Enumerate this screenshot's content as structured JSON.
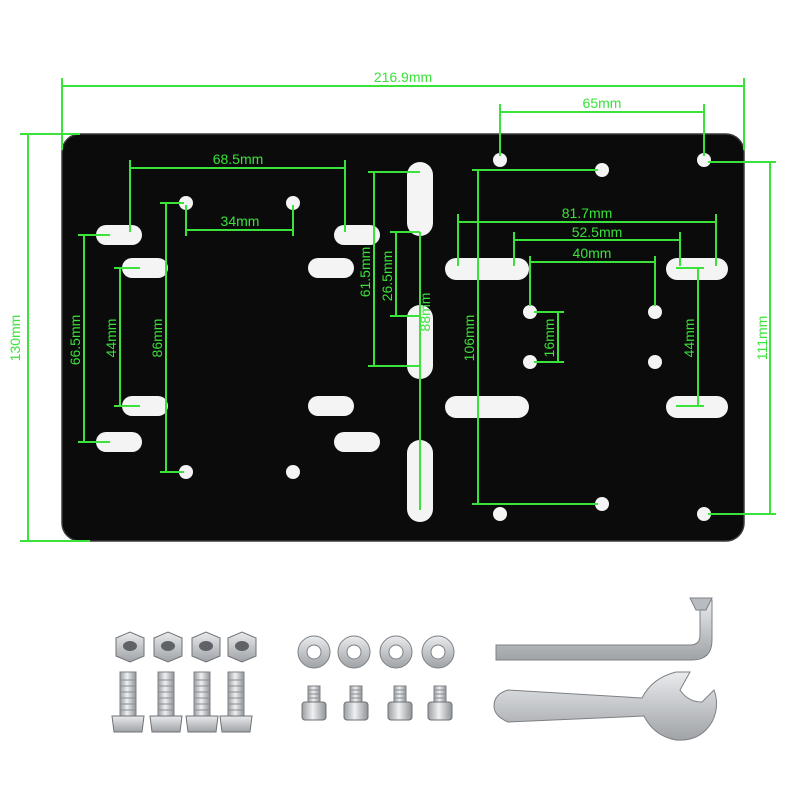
{
  "colors": {
    "dimension": "#3ae23a",
    "plate": "#0b0b0b",
    "plate_edge": "#2a2a2a",
    "hole": "#f4f4f4",
    "hardware_steel": "#c9ccd0",
    "hardware_dark": "#8a8d91",
    "background": "#ffffff"
  },
  "dimensions": {
    "overall_width": "216.9mm",
    "overall_height": "130mm",
    "right_height": "111mm",
    "top_right_span": "65mm",
    "left_slot_span": "68.5mm",
    "left_hole_span": "34mm",
    "left_outer_vertical": "66.5mm",
    "left_inner_vertical": "44mm",
    "left_hole_vertical": "86mm",
    "center_long": "61.5mm",
    "center_short": "26.5mm",
    "center_slot": "88mm",
    "right_slot_outer": "81.7mm",
    "right_slot_inner": "52.5mm",
    "right_hole_span": "40mm",
    "right_small_vertical": "16mm",
    "right_inner_vertical": "44mm",
    "right_outer_vertical": "106mm"
  },
  "hardware": {
    "nuts": 4,
    "bolts": 4,
    "washers": 4,
    "socket_screws": 4,
    "hex_key": "hex-key",
    "wrench": "open-end-wrench"
  }
}
